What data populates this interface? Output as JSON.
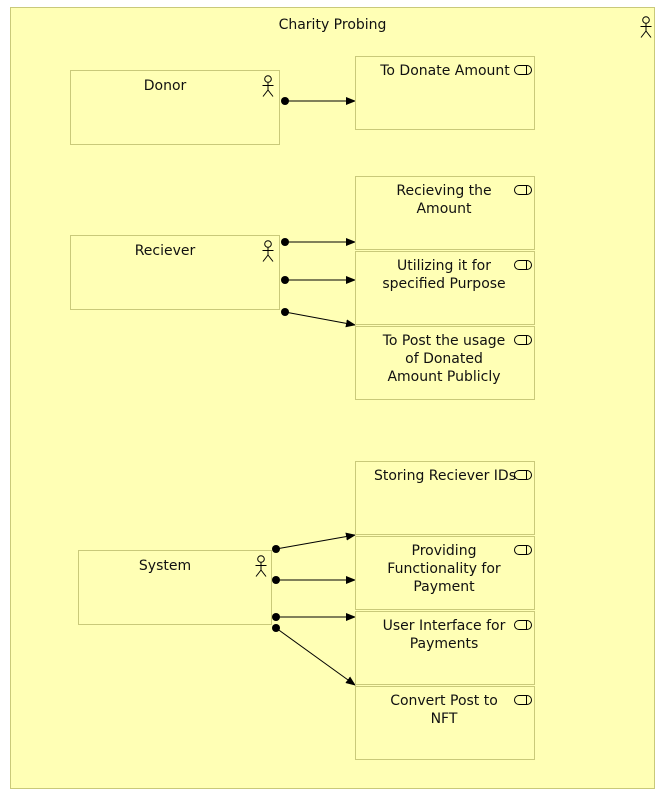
{
  "diagram": {
    "title": "Charity Probing",
    "actors": {
      "donor": "Donor",
      "reciever": "Reciever",
      "system": "System"
    },
    "services": {
      "donate": "To Donate Amount",
      "recieving": "Recieving the Amount",
      "utilizing": "Utilizing it for specified Purpose",
      "post_usage": "To Post the usage of Donated Amount Publicly",
      "storing": "Storing Reciever IDs",
      "providing": "Providing Functionality for Payment",
      "user_interface": "User Interface for Payments",
      "convert": "Convert Post to NFT"
    }
  },
  "colors": {
    "fill": "#ffffb5",
    "border": "#c9c97a",
    "line": "#000000"
  },
  "icons": {
    "actor": "stick-figure-icon",
    "service": "rounded-service-icon"
  }
}
